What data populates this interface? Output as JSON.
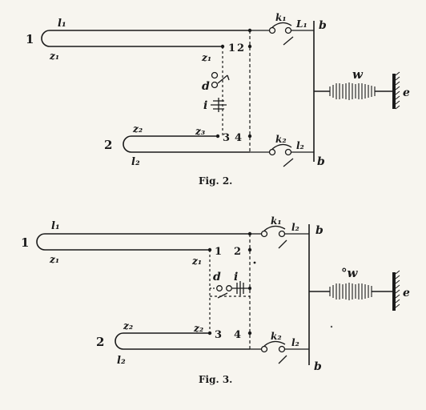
{
  "fig2": {
    "caption": "Fig. 2.",
    "loop1_number": "1",
    "loop2_number": "2",
    "loop1_l": "l₁",
    "loop1_z": "z₁",
    "loop2_l": "l₂",
    "loop2_z": "z₂",
    "node1": "1",
    "node2": "2",
    "node3": "3",
    "node4": "4",
    "z1_mid": "z₁",
    "z3_mid": "z₃",
    "d_label": "d",
    "i_label": "i",
    "k1_label": "k₁",
    "k1_l": "L₁",
    "k2_label": "k₂",
    "k2_l": "l₂",
    "b_top": "b",
    "b_bottom": "b",
    "w_label": "w",
    "e_label": "e"
  },
  "fig3": {
    "caption": "Fig. 3.",
    "loop1_number": "1",
    "loop2_number": "2",
    "loop1_l": "l₁",
    "loop1_z": "z₁",
    "loop2_l": "l₂",
    "loop2_z": "z₂",
    "node1": "1",
    "node2": "2",
    "node3": "3",
    "node4": "4",
    "z1_mid": "z₁",
    "z2_mid": "z₂",
    "d_label": "d",
    "i_label": "i",
    "k1_label": "k₁",
    "k1_l": "l₂",
    "k2_label": "k₂",
    "k2_l": "l₂",
    "b_top": "b",
    "b_bottom": "b",
    "w_label": "°w",
    "e_label": "e"
  }
}
